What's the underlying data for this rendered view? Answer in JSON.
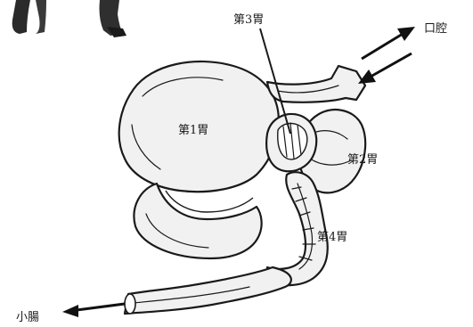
{
  "labels": {
    "rumen": "第1胃",
    "reticulum": "第2胃",
    "omasum": "第3胃",
    "abomasum": "第4胃",
    "mouth": "口腔",
    "small_intestine": "小腸"
  },
  "colors": {
    "ink": "#1a1a1a",
    "tissue": "#f1f1f1",
    "background": "#ffffff"
  }
}
